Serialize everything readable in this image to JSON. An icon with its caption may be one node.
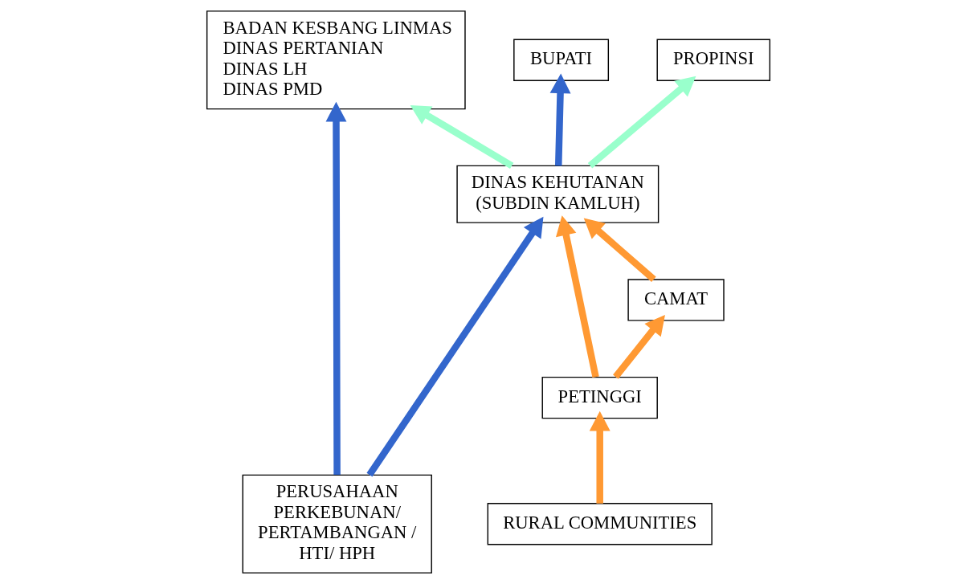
{
  "diagram": {
    "nodes": [
      {
        "text": [
          "BUPATI"
        ]
      },
      {
        "text": [
          "PROPINSI"
        ]
      },
      {
        "text": [
          "BADAN KESBANG LINMAS",
          "DINAS PERTANIAN",
          "DINAS LH",
          "DINAS PMD"
        ]
      },
      {
        "text": [
          "DINAS KEHUTANAN (SUBDIN KAMLUH)"
        ]
      },
      {
        "text": [
          "CAMAT"
        ]
      },
      {
        "text": [
          "PETINGGI"
        ]
      },
      {
        "text": [
          "PERUSAHAAN PERKEBUNAN/ PERTAMBANGAN / HTI/ HPH"
        ]
      },
      {
        "text": [
          "RURAL COMMUNITIES"
        ]
      }
    ],
    "edges": [
      {
        "from": 3,
        "to": 0,
        "arrow": "to",
        "color": "#3366cc"
      },
      {
        "from": 3,
        "to": 1,
        "arrow": "to",
        "color": "#99ffcc"
      },
      {
        "from": 3,
        "to": 2,
        "arrow": "to",
        "color": "#99ffcc"
      },
      {
        "from": 4,
        "to": 3,
        "arrow": "to"
      },
      {
        "from": 5,
        "to": 3,
        "arrow": "to"
      },
      {
        "from": 6,
        "to": 3,
        "arrow": "to",
        "color": "#3366cc"
      },
      {
        "from": 5,
        "to": 4,
        "arrow": "to"
      },
      {
        "from": 7,
        "to": 5,
        "arrow": "to"
      },
      {
        "from": 6,
        "to": 2,
        "arrow": "to",
        "color": "#3366cc"
      }
    ]
  }
}
